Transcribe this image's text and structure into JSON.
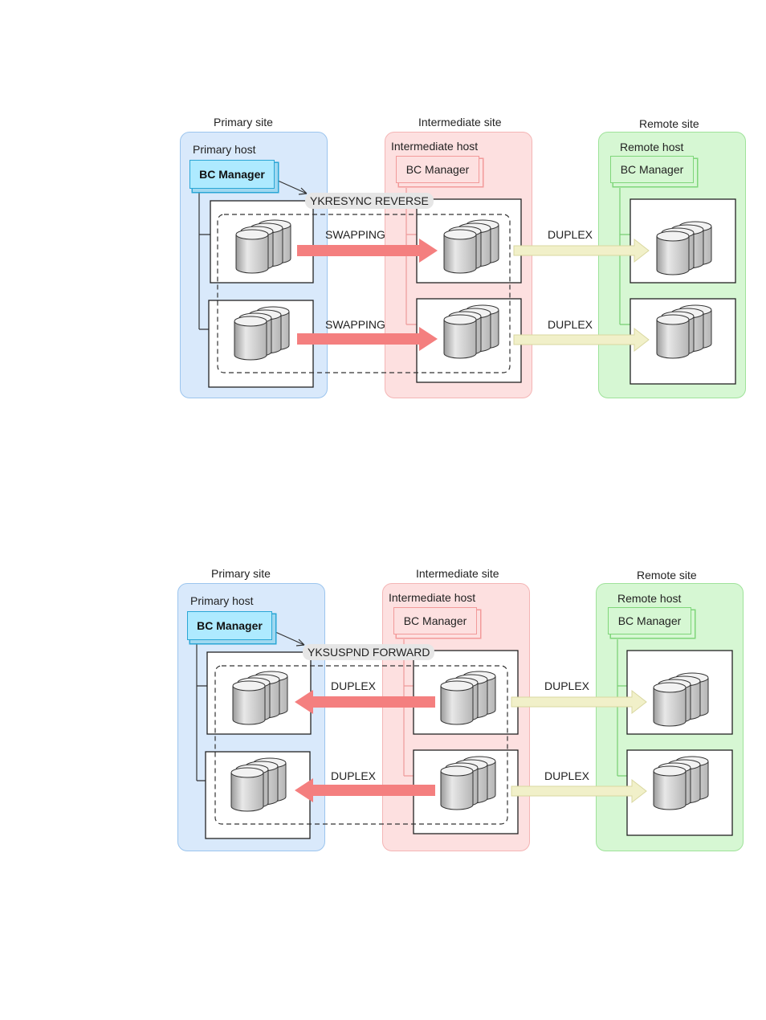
{
  "diagrams": [
    {
      "sites": {
        "primary": {
          "title": "Primary site",
          "host": "Primary host",
          "manager": "BC Manager"
        },
        "intermediate": {
          "title": "Intermediate site",
          "host": "Intermediate host",
          "manager": "BC Manager"
        },
        "remote": {
          "title": "Remote site",
          "host": "Remote host",
          "manager": "BC Manager"
        }
      },
      "command": "YKRESYNC REVERSE",
      "left_pairs": [
        "SWAPPING",
        "SWAPPING"
      ],
      "left_direction": "primary-to-intermediate",
      "right_pairs": [
        "DUPLEX",
        "DUPLEX"
      ],
      "right_direction": "intermediate-to-remote"
    },
    {
      "sites": {
        "primary": {
          "title": "Primary site",
          "host": "Primary host",
          "manager": "BC Manager"
        },
        "intermediate": {
          "title": "Intermediate site",
          "host": "Intermediate host",
          "manager": "BC Manager"
        },
        "remote": {
          "title": "Remote site",
          "host": "Remote host",
          "manager": "BC Manager"
        }
      },
      "command": "YKSUSPND FORWARD",
      "left_pairs": [
        "DUPLEX",
        "DUPLEX"
      ],
      "left_direction": "intermediate-to-primary",
      "right_pairs": [
        "DUPLEX",
        "DUPLEX"
      ],
      "right_direction": "intermediate-to-remote"
    }
  ],
  "colors": {
    "primary_site": "#d9e9fb",
    "intermediate_site": "#fde0e0",
    "remote_site": "#d6f7d3",
    "swap_arrow": "#f47f7f",
    "duplex_arrow": "#f1f0c9"
  }
}
